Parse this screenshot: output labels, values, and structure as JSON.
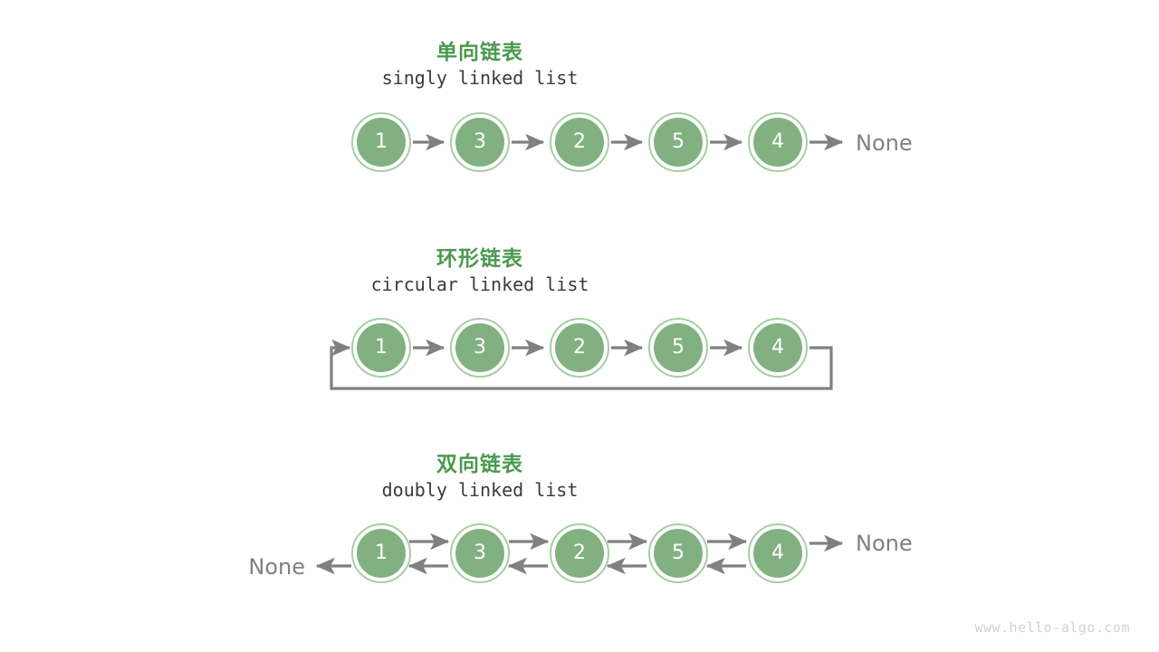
{
  "page": {
    "background": "#ffffff",
    "watermark": "www.hello-algo.com",
    "accent_green": "#4a9a4e",
    "node_fill": "#82b181",
    "node_ring": "#a7cfa4",
    "arrow_gray": "#808080",
    "subtitle_gray": "#3b3b3b"
  },
  "sections": [
    {
      "id": "singly",
      "title": "单向链表",
      "subtitle": "singly linked list",
      "nodes": [
        {
          "value": "1"
        },
        {
          "value": "3"
        },
        {
          "value": "2"
        },
        {
          "value": "5"
        },
        {
          "value": "4"
        }
      ],
      "tail_label": "None",
      "head_label": null,
      "direction": "forward"
    },
    {
      "id": "circular",
      "title": "环形链表",
      "subtitle": "circular linked list",
      "nodes": [
        {
          "value": "1"
        },
        {
          "value": "3"
        },
        {
          "value": "2"
        },
        {
          "value": "5"
        },
        {
          "value": "4"
        }
      ],
      "tail_label": null,
      "head_label": null,
      "direction": "forward-loop"
    },
    {
      "id": "doubly",
      "title": "双向链表",
      "subtitle": "doubly linked list",
      "nodes": [
        {
          "value": "1"
        },
        {
          "value": "3"
        },
        {
          "value": "2"
        },
        {
          "value": "5"
        },
        {
          "value": "4"
        }
      ],
      "tail_label": "None",
      "head_label": "None",
      "direction": "bidirectional"
    }
  ]
}
